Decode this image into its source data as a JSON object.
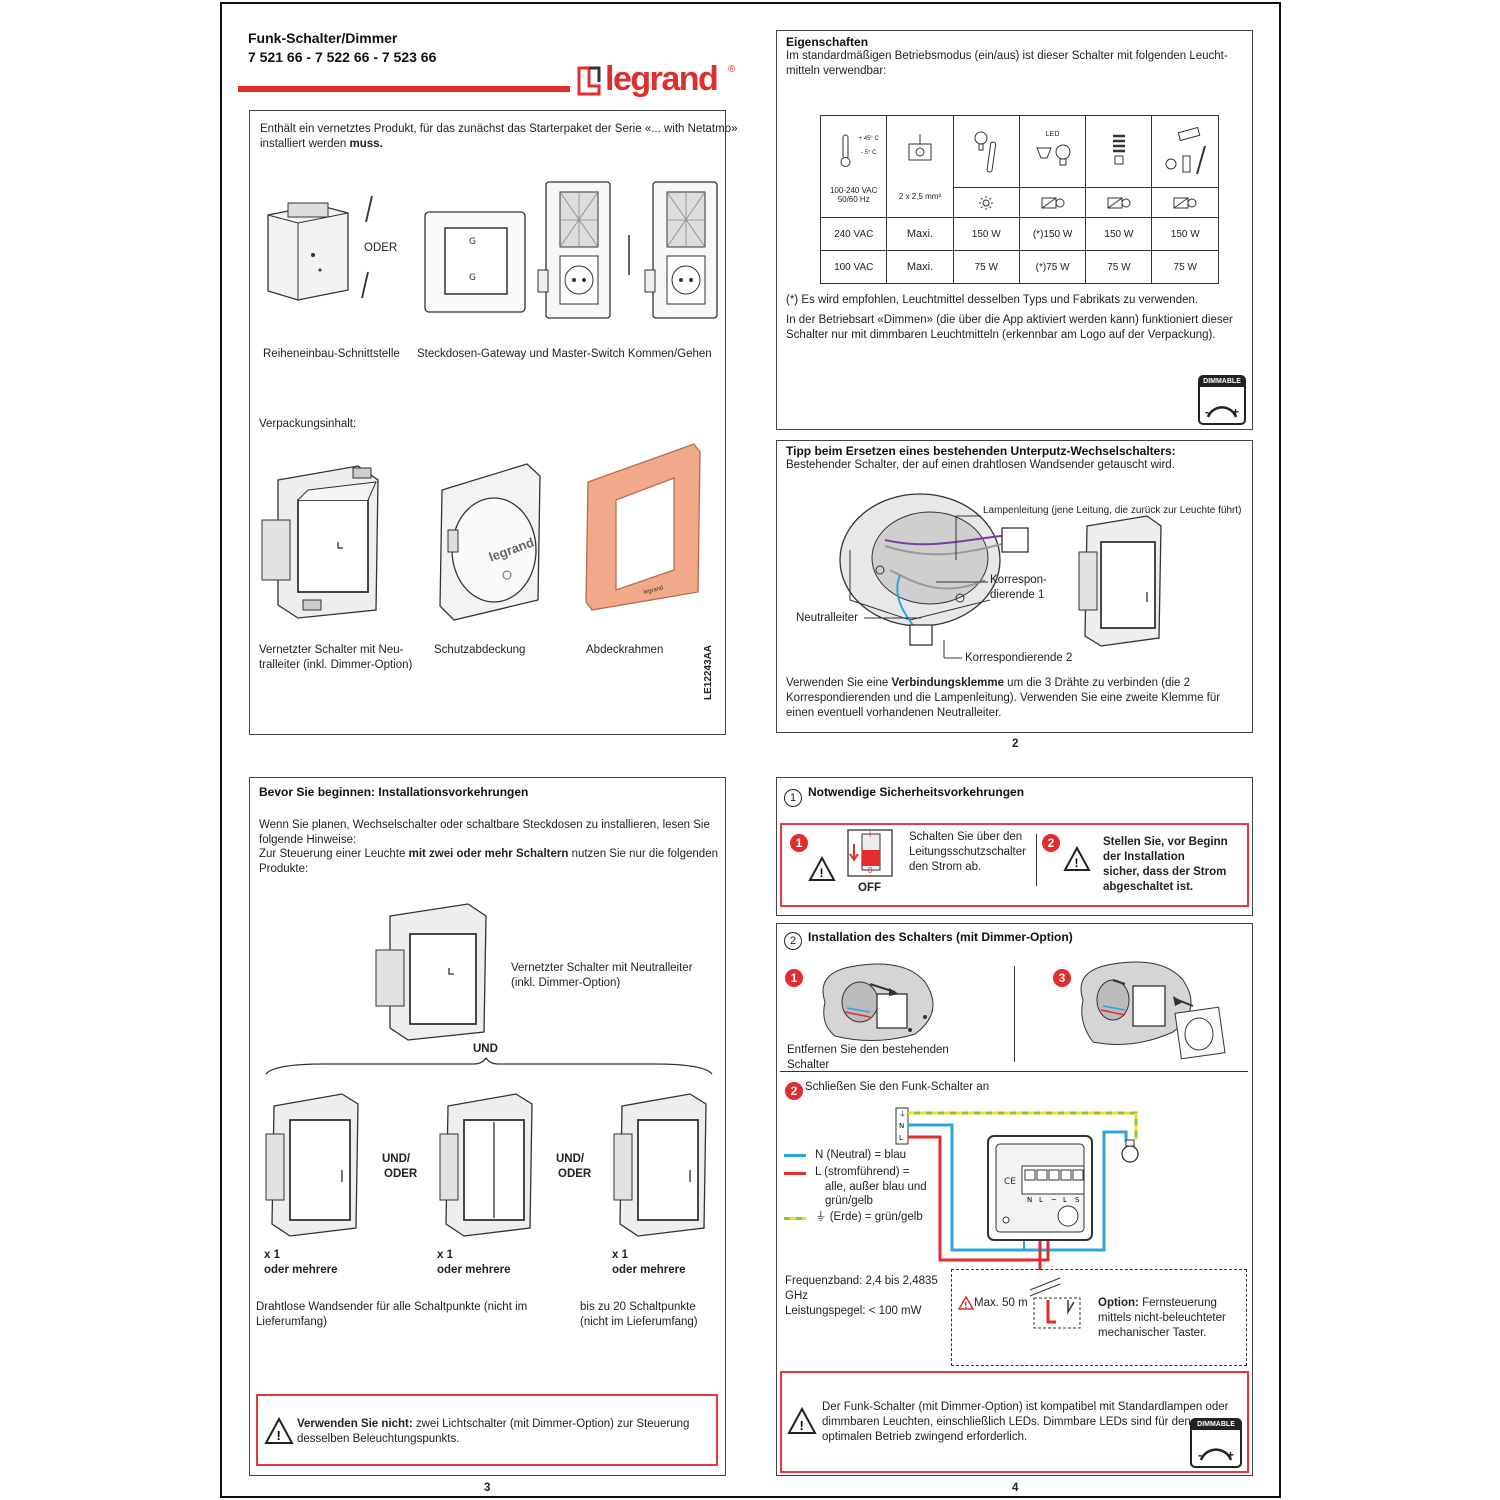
{
  "header": {
    "title": "Funk-Schalter/Dimmer",
    "refs": "7 521 66 - 7 522 66 - 7 523 66",
    "brand": "legrand",
    "reg": "®",
    "doc_code": "LE12243AA"
  },
  "p1": {
    "intro_a": "Enthält ein vernetztes Produkt, für das zunächst das Starterpaket der Serie «... with Netatmo»",
    "intro_b": "installiert werden ",
    "intro_bold": "muss.",
    "oder": "ODER",
    "cap_left": "Reiheneinbau-Schnittstelle",
    "cap_right": "Steckdosen-Gateway und Master-Switch Kommen/Gehen",
    "pack": "Verpackungsinhalt:",
    "item1_a": "Vernetzter Schalter mit Neu-",
    "item1_b": "tralleiter (inkl. Dimmer-Option)",
    "item2": "Schutzabdeckung",
    "item3": "Abdeckrahmen",
    "cover_logo": "legrand"
  },
  "p2": {
    "eig_title": "Eigenschaften",
    "eig_a": "Im standardmäßigen Betriebsmodus (ein/aus) ist dieser Schalter mit folgenden Leucht-",
    "eig_b": "mitteln verwendbar:",
    "t_hi": "+ 45° C",
    "t_lo": "- 5° C",
    "led": "LED",
    "supply_a": "100-240 VAC",
    "supply_b": "50/60 Hz",
    "wire": "2 x 2,5 mm²",
    "row1": [
      "240 VAC",
      "Maxi.",
      "150 W",
      "(*)150 W",
      "150 W",
      "150 W"
    ],
    "row2": [
      "100 VAC",
      "Maxi.",
      "75 W",
      "(*)75 W",
      "75 W",
      "75 W"
    ],
    "note1": "(*) Es wird empfohlen, Leuchtmittel desselben Typs und Fabrikats zu verwenden.",
    "note2a": "In der Betriebsart «Dimmen» (die über die App aktiviert werden kann) funktioniert dieser",
    "note2b": "Schalter nur mit dimmbaren Leuchtmitteln (erkennbar am Logo auf der Verpackung).",
    "dimmable": "DIMMABLE",
    "minus": "-",
    "plus": "+",
    "tipp_title": "Tipp beim Ersetzen eines bestehenden Unterputz-Wechselschalters:",
    "tipp_sub": "Bestehender Schalter, der auf einen drahtlosen Wandsender getauscht wird.",
    "lamp": "Lampenleitung (jene Leitung, die zurück zur Leuchte führt)",
    "korr1a": "Korrespon-",
    "korr1b": "dierende 1",
    "neutral": "Neutralleiter",
    "korr2": "Korrespondierende 2",
    "use_a1": "Verwenden Sie eine ",
    "use_bold": "Verbindungsklemme",
    "use_a2": " um die 3 Drähte zu verbinden (die 2",
    "use_b": "Korrespondierenden und die Lampenleitung). Verwenden Sie eine zweite Klemme für",
    "use_c": "einen eventuell vorhandenen Neutralleiter.",
    "page": "2"
  },
  "p3": {
    "title": "Bevor Sie beginnen: Installationsvorkehrungen",
    "t1": "Wenn Sie planen, Wechselschalter oder schaltbare Steckdosen zu installieren, lesen Sie",
    "t2": "folgende Hinweise:",
    "t3a": "Zur Steuerung einer Leuchte ",
    "t3bold": "mit zwei oder mehr Schaltern",
    "t3b": " nutzen Sie nur die folgenden",
    "t4": "Produkte:",
    "sw_a": "Vernetzter Schalter mit Neutralleiter",
    "sw_b": "(inkl. Dimmer-Option)",
    "und": "UND",
    "undoder_a": "UND/",
    "undoder_b": "ODER",
    "x1": "x 1",
    "oder_mehr": "oder mehrere",
    "wl_a": "Drahtlose Wandsender für alle Schaltpunkte (nicht im",
    "wl_b": "Lieferumfang)",
    "up_a": "bis zu 20 Schaltpunkte",
    "up_b": "(nicht im Lieferumfang)",
    "warn_bold": "Verwenden Sie nicht:",
    "warn_a": " zwei Lichtschalter (mit Dimmer-Option) zur Steuerung",
    "warn_b": "desselben Beleuchtungspunkts.",
    "page": "3"
  },
  "p4": {
    "s1_num": "1",
    "s1_title": "Notwendige Sicherheitsvorkehrungen",
    "n1": "1",
    "off": "OFF",
    "sw_i": "I",
    "sw_o": "0",
    "safe1_a": "Schalten Sie über den",
    "safe1_b": "Leitungsschutzschalter",
    "safe1_c": "den Strom ab.",
    "n2": "2",
    "safe2_a": "Stellen Sie, vor Beginn",
    "safe2_b": "der Installation",
    "safe2_c": "sicher, dass der Strom",
    "safe2_d": "abgeschaltet ist.",
    "s2_num": "2",
    "s2_title": "Installation des Schalters (mit Dimmer-Option)",
    "st1": "1",
    "st3": "3",
    "remove_a": "Entfernen Sie den bestehenden",
    "remove_b": "Schalter",
    "st2": "2",
    "connect": "Schließen Sie den Funk-Schalter an",
    "lbl_n": "N",
    "lbl_l": "L",
    "ce": "CE",
    "term": [
      "N",
      "L",
      "~",
      "L",
      "S"
    ],
    "leg_n": "N (Neutral) = blau",
    "leg_l_a": "L (stromführend) =",
    "leg_l_b": "alle, außer blau und",
    "leg_l_c": "grün/gelb",
    "leg_e": "(Erde) = grün/gelb",
    "freq_a": "Frequenzband: 2,4 bis 2,4835",
    "freq_b": "GHz",
    "freq_c": "Leistungspegel: < 100 mW",
    "max": "Max. 50 m",
    "opt_bold": "Option:",
    "opt_a": " Fernsteuerung",
    "opt_b": "mittels nicht-beleuchteter",
    "opt_c": "mechanischer Taster.",
    "comp_a": "Der Funk-Schalter (mit Dimmer-Option) ist kompatibel mit Standardlampen oder",
    "comp_b": "dimmbaren Leuchten, einschließlich LEDs. Dimmbare LEDs sind für den",
    "comp_c": "optimalen Betrieb zwingend erforderlich.",
    "dimmable": "DIMMABLE",
    "minus": "-",
    "plus": "+",
    "page": "4"
  },
  "colors": {
    "red": "#e32c2c",
    "blue": "#2aa6dc",
    "green": "#8fc23f",
    "yellow": "#f2dd1b",
    "salmon": "#f2a98a"
  }
}
